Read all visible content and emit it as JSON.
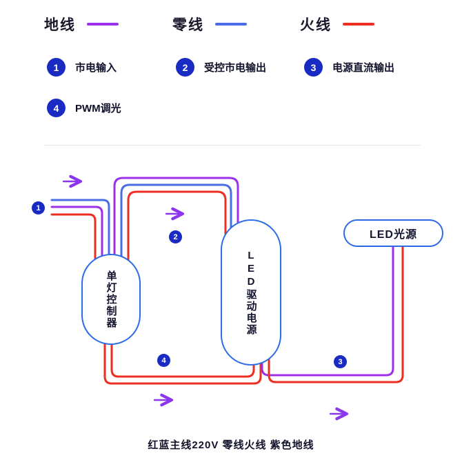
{
  "legend_colors": {
    "items": [
      {
        "label": "地线",
        "color": "#9e30ea"
      },
      {
        "label": "零线",
        "color": "#4a6de5"
      },
      {
        "label": "火线",
        "color": "#ee2e20"
      }
    ]
  },
  "legend_numbers": {
    "items": [
      {
        "num": "1",
        "label": "市电输入"
      },
      {
        "num": "2",
        "label": "受控市电输出"
      },
      {
        "num": "3",
        "label": "电源直流输出"
      },
      {
        "num": "4",
        "label": "PWM调光"
      }
    ]
  },
  "colors": {
    "ground_purple": "#9e30ea",
    "neutral_blue": "#4a6de5",
    "live_red": "#ee2e20",
    "badge_blue": "#1a2bc4",
    "node_border_blue": "#2c6be5",
    "arrow_purple": "#8b36ee"
  },
  "diagram": {
    "nodes": {
      "controller": {
        "label": "单灯控制器"
      },
      "driver": {
        "label": "LED驱动电源"
      },
      "led": {
        "label": "LED光源"
      }
    },
    "badges": {
      "b1": "1",
      "b2": "2",
      "b3": "3",
      "b4": "4"
    }
  },
  "caption": "红蓝主线220V 零线火线 紫色地线"
}
